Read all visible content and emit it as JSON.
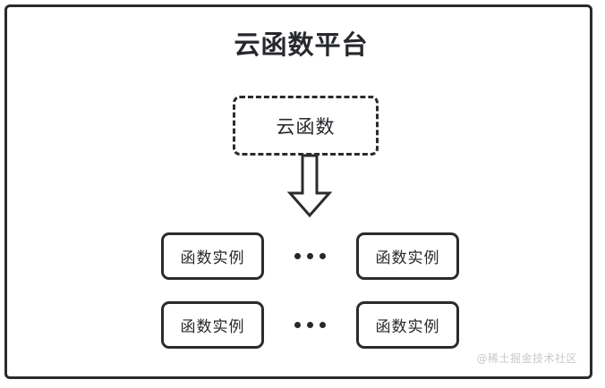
{
  "diagram": {
    "title": "云函数平台",
    "frame_color": "#2b2b2b",
    "background_color": "#ffffff",
    "cloud_function": {
      "label": "云函数",
      "border_style": "dashed"
    },
    "arrow": {
      "name": "down-block-arrow",
      "direction": "down",
      "fill": "#ffffff",
      "stroke": "#2b2b2b"
    },
    "rows": [
      {
        "left_instance": "函数实例",
        "ellipsis": "•••",
        "right_instance": "函数实例"
      },
      {
        "left_instance": "函数实例",
        "ellipsis": "•••",
        "right_instance": "函数实例"
      }
    ],
    "watermark": "@稀土掘金技术社区"
  }
}
